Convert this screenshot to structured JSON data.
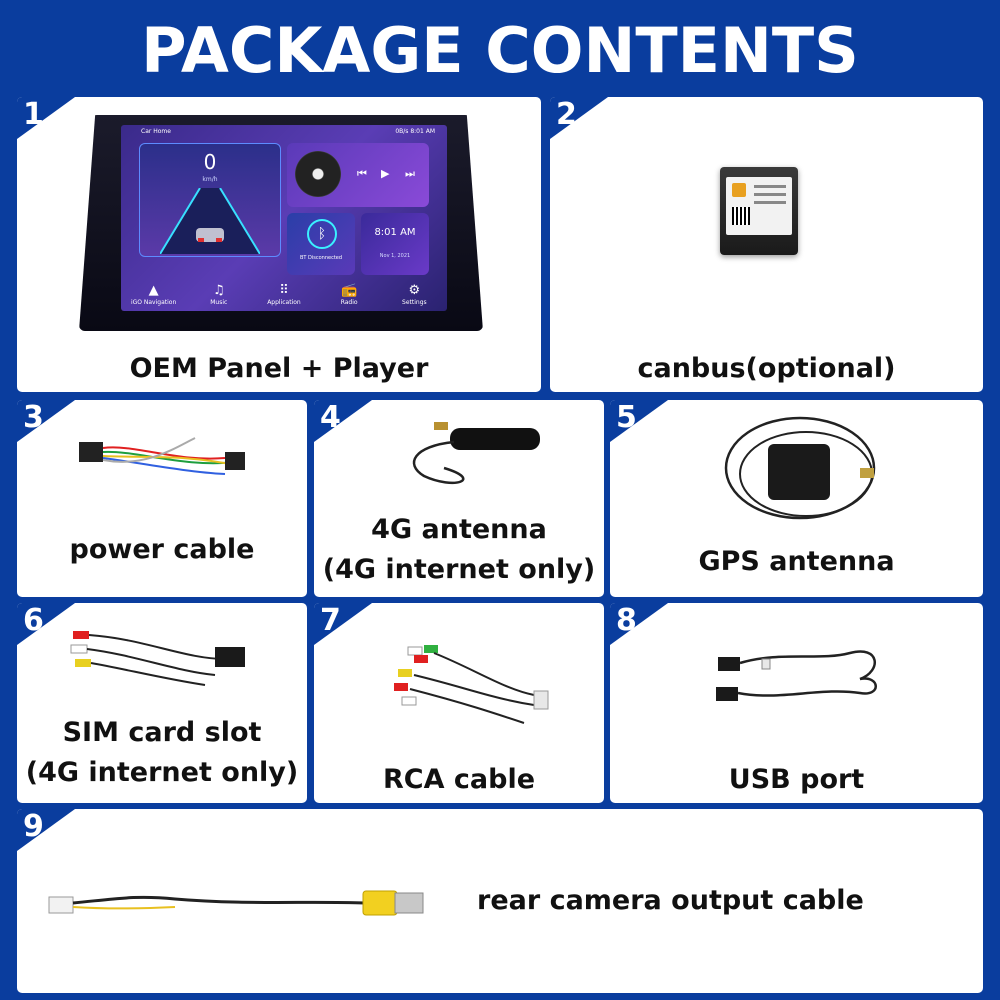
{
  "header": {
    "title": "PACKAGE CONTENTS"
  },
  "items": [
    {
      "num": "1",
      "label": "OEM Panel + Player",
      "label2": ""
    },
    {
      "num": "2",
      "label": "canbus(optional)",
      "label2": ""
    },
    {
      "num": "3",
      "label": "power cable",
      "label2": ""
    },
    {
      "num": "4",
      "label": "4G antenna",
      "label2": "(4G internet only)"
    },
    {
      "num": "5",
      "label": "GPS antenna",
      "label2": ""
    },
    {
      "num": "6",
      "label": "SIM card slot",
      "label2": "(4G internet only)"
    },
    {
      "num": "7",
      "label": "RCA cable",
      "label2": ""
    },
    {
      "num": "8",
      "label": "USB port",
      "label2": ""
    },
    {
      "num": "9",
      "label": "rear camera output cable",
      "label2": ""
    }
  ],
  "head_unit": {
    "status_left": "Car Home",
    "status_right": "0B/s  8:01 AM",
    "speed": "0",
    "speed_unit": "km/h",
    "bt_text": "BT Disconnected",
    "clock": "8:01 AM",
    "date": "Nov 1, 2021",
    "dock": [
      {
        "glyph": "▲",
        "label": "iGO Navigation"
      },
      {
        "glyph": "♫",
        "label": "Music"
      },
      {
        "glyph": "⠿",
        "label": "Application"
      },
      {
        "glyph": "📻",
        "label": "Radio"
      },
      {
        "glyph": "⚙",
        "label": "Settings"
      }
    ]
  },
  "colors": {
    "background": "#0a3d9e",
    "card": "#ffffff",
    "text": "#111111"
  }
}
